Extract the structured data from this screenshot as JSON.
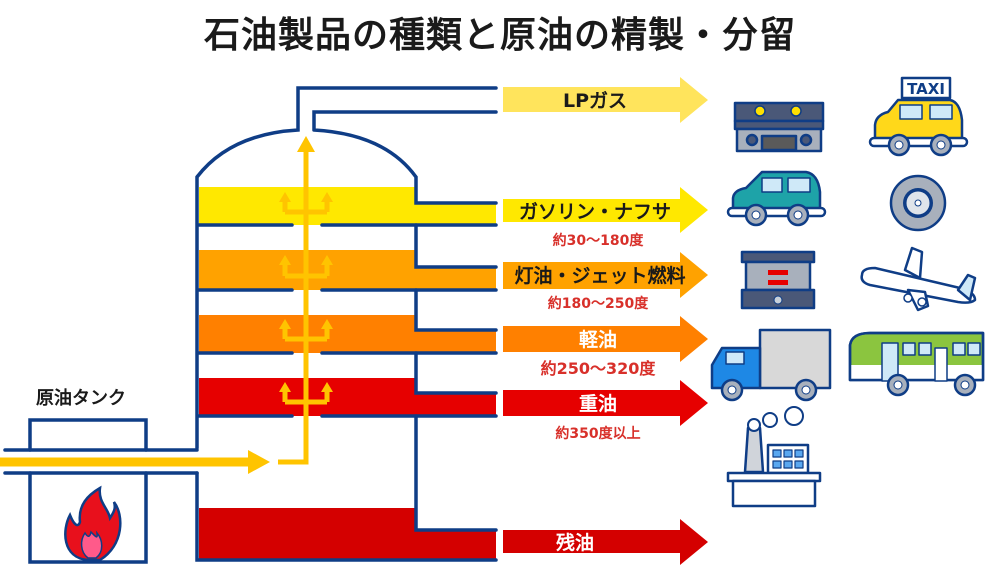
{
  "title": "石油製品の種類と原油の精製・分留",
  "tank": {
    "label": "原油タンク"
  },
  "colors": {
    "pipe": "#0f3d86",
    "flow": "#ffc400",
    "band_yellow": "#ffe800",
    "band_amber": "#ffa200",
    "band_orange": "#ff8000",
    "band_red": "#e60000",
    "band_darkred": "#d40000",
    "temp_text": "#d8302a"
  },
  "products": [
    {
      "id": "lp-gas",
      "label": "LPガス",
      "temperature": "",
      "arrow_color": "#ffe45c",
      "text_color": "#1a1a1a",
      "uses": [
        "gas-stove",
        "taxi"
      ]
    },
    {
      "id": "gasoline-naphtha",
      "label": "ガソリン・ナフサ",
      "temperature": "約30〜180度",
      "arrow_color": "#ffe800",
      "text_color": "#1a1a1a",
      "uses": [
        "car",
        "tire"
      ]
    },
    {
      "id": "kerosene-jet-fuel",
      "label": "灯油・ジェット燃料",
      "temperature": "約180〜250度",
      "arrow_color": "#ffa200",
      "text_color": "#1a1a1a",
      "uses": [
        "kerosene-heater",
        "airplane"
      ]
    },
    {
      "id": "light-oil",
      "label": "軽油",
      "temperature": "約250〜320度",
      "arrow_color": "#ff8000",
      "text_color": "#ffffff",
      "uses": [
        "truck",
        "bus"
      ]
    },
    {
      "id": "heavy-oil",
      "label": "重油",
      "temperature": "約350度以上",
      "arrow_color": "#e60000",
      "text_color": "#ffffff",
      "uses": [
        "factory"
      ]
    },
    {
      "id": "residue",
      "label": "残油",
      "temperature": "",
      "arrow_color": "#d40000",
      "text_color": "#ffffff",
      "uses": []
    }
  ],
  "icons": {
    "taxi_sign": "TAXI"
  }
}
